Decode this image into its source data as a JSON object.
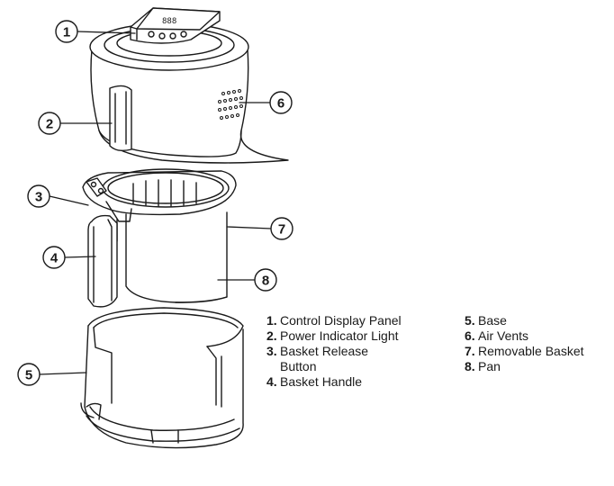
{
  "callouts": [
    "1",
    "2",
    "3",
    "4",
    "5",
    "6",
    "7",
    "8"
  ],
  "legend": [
    {
      "number": "1.",
      "label": "Control Display Panel"
    },
    {
      "number": "2.",
      "label": "Power Indicator Light"
    },
    {
      "number": "3.",
      "label": "Basket Release Button"
    },
    {
      "number": "4.",
      "label": "Basket Handle"
    },
    {
      "number": "5.",
      "label": "Base"
    },
    {
      "number": "6.",
      "label": "Air Vents"
    },
    {
      "number": "7.",
      "label": "Removable Basket"
    },
    {
      "number": "8.",
      "label": "Pan"
    }
  ],
  "colors": {
    "line": "#1a1a1a",
    "background": "#ffffff"
  }
}
